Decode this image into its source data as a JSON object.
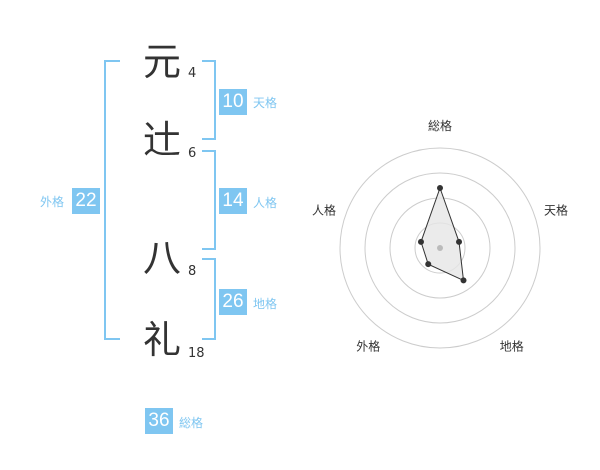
{
  "name_chars": [
    {
      "char": "元",
      "strokes": "4"
    },
    {
      "char": "辻",
      "strokes": "6"
    },
    {
      "char": "八",
      "strokes": "8"
    },
    {
      "char": "礼",
      "strokes": "18"
    }
  ],
  "kaku": {
    "tenkaku": {
      "value": "10",
      "label": "天格"
    },
    "jinkaku": {
      "value": "14",
      "label": "人格"
    },
    "chikaku": {
      "value": "26",
      "label": "地格"
    },
    "gaikaku": {
      "value": "22",
      "label": "外格"
    },
    "soukaku": {
      "value": "36",
      "label": "総格"
    }
  },
  "colors": {
    "accent": "#7fc6f1",
    "text": "#333333",
    "ring": "#cccccc",
    "fill": "#e6e6e6",
    "point": "#333333"
  },
  "chart_data": {
    "type": "radar",
    "axes": [
      "総格",
      "天格",
      "地格",
      "外格",
      "人格"
    ],
    "values": [
      3,
      1,
      2,
      1,
      1
    ],
    "rings": 4,
    "max": 5
  }
}
